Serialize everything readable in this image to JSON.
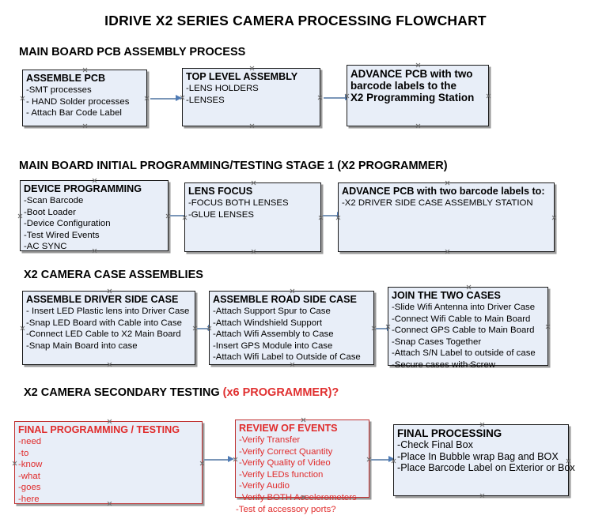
{
  "document": {
    "title": "IDRIVE X2  SERIES CAMERA PROCESSING FLOWCHART"
  },
  "colors": {
    "box_fill": "#e8eef8",
    "box_border": "#1a1a1a",
    "red_accent": "#e02b2b",
    "arrow": "#4f7bb5"
  },
  "sections": [
    {
      "heading": "MAIN BOARD PCB ASSEMBLY PROCESS",
      "heading_red": "",
      "boxes": [
        {
          "title": "ASSEMBLE PCB",
          "lines": [
            "-SMT processes",
            "- HAND Solder processes",
            "- Attach Bar Code Label"
          ]
        },
        {
          "title": "TOP LEVEL ASSEMBLY",
          "lines": [
            "-LENS HOLDERS",
            "-LENSES"
          ]
        },
        {
          "title": "ADVANCE PCB with two",
          "lines": [
            "barcode labels to the",
            " X2 Programming Station"
          ]
        }
      ]
    },
    {
      "heading": "MAIN BOARD INITIAL PROGRAMMING/TESTING STAGE 1 (X2 PROGRAMMER)",
      "heading_red": "",
      "boxes": [
        {
          "title": "DEVICE PROGRAMMING",
          "lines": [
            "-Scan Barcode",
            "-Boot Loader",
            "-Device Configuration",
            "-Test Wired Events",
            "-AC SYNC"
          ]
        },
        {
          "title": "LENS FOCUS",
          "lines": [
            "-FOCUS BOTH LENSES",
            "-GLUE LENSES"
          ]
        },
        {
          "title": "ADVANCE PCB with two barcode labels to:",
          "lines": [
            "-X2 DRIVER  SIDE  CASE  ASSEMBLY STATION"
          ]
        }
      ]
    },
    {
      "heading": "X2 CAMERA CASE ASSEMBLIES",
      "heading_red": "",
      "boxes": [
        {
          "title": "ASSEMBLE DRIVER SIDE CASE",
          "lines": [
            "- Insert LED Plastic lens into Driver Case",
            "-Snap LED Board with Cable into Case",
            "-Connect LED Cable to X2 Main Board",
            "-Snap Main Board into case"
          ]
        },
        {
          "title": "ASSEMBLE ROAD SIDE CASE",
          "lines": [
            "-Attach Support Spur to Case",
            "-Attach Windshield Support",
            "-Attach Wifi Assembly to Case",
            "-Insert GPS Module into Case",
            "-Attach Wifi Label to Outside of Case"
          ]
        },
        {
          "title": "JOIN THE TWO CASES",
          "lines": [
            "-Slide Wifi Antenna into Driver Case",
            "-Connect Wifi Cable to Main Board",
            "-Connect GPS Cable to Main Board",
            "-Snap Cases Together",
            "-Attach S/N Label to outside of case",
            "-Secure cases with Screw"
          ]
        }
      ]
    },
    {
      "heading": "X2 CAMERA SECONDARY TESTING ",
      "heading_red": "(x6 PROGRAMMER)?",
      "boxes": [
        {
          "title": "FINAL PROGRAMMING / TESTING",
          "lines": [
            "-need",
            "-to",
            "-know",
            "-what",
            "-goes",
            "-here"
          ]
        },
        {
          "title": "REVIEW OF EVENTS",
          "lines": [
            "-Verify Transfer",
            "-Verify Correct Quantity",
            "-Verify Quality of Video",
            "-Verify LEDs function",
            "-Verify Audio",
            "-Verify BOTH Accelerometers",
            "-Test of accessory ports?"
          ]
        },
        {
          "title": "FINAL PROCESSING",
          "lines": [
            " -Check Final Box",
            "-Place In Bubble wrap Bag and BOX",
            "-Place Barcode Label on Exterior or Box"
          ]
        }
      ]
    }
  ]
}
